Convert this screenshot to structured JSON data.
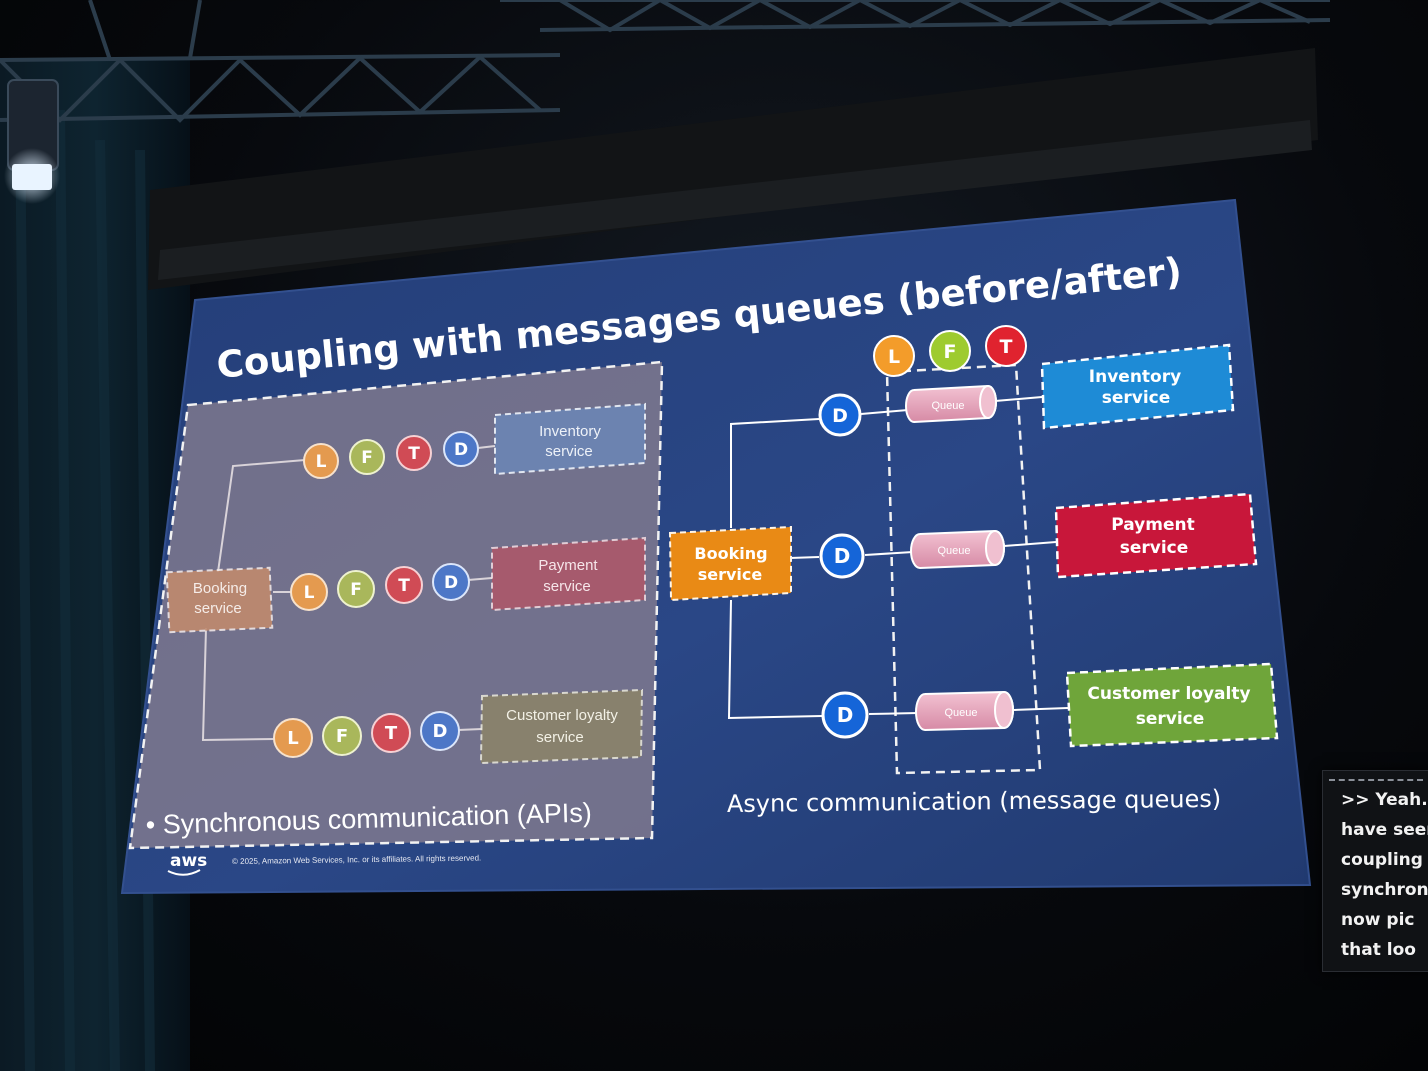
{
  "slide": {
    "title": "Coupling with messages queues (before/after)",
    "footer_logo": "aws",
    "copyright": "© 2025, Amazon Web Services, Inc. or its affiliates. All rights reserved."
  },
  "before": {
    "caption": "• Synchronous communication (APIs)",
    "booking": [
      "Booking",
      "service"
    ],
    "rows": [
      {
        "badges": [
          "L",
          "F",
          "T",
          "D"
        ],
        "service": [
          "Inventory",
          "service"
        ]
      },
      {
        "badges": [
          "L",
          "F",
          "T",
          "D"
        ],
        "service": [
          "Payment",
          "service"
        ]
      },
      {
        "badges": [
          "L",
          "F",
          "T",
          "D"
        ],
        "service": [
          "Customer loyalty",
          "service"
        ]
      }
    ]
  },
  "after": {
    "caption": "Async communication (message queues)",
    "booking": [
      "Booking",
      "service"
    ],
    "top_badges": [
      "L",
      "F",
      "T"
    ],
    "rows": [
      {
        "badge": "D",
        "queue": "Queue",
        "service": [
          "Inventory",
          "service"
        ]
      },
      {
        "badge": "D",
        "queue": "Queue",
        "service": [
          "Payment",
          "service"
        ]
      },
      {
        "badge": "D",
        "queue": "Queue",
        "service": [
          "Customer loyalty",
          "service"
        ]
      }
    ]
  },
  "side_caption": {
    "lines": [
      ">> Yeah. S",
      "have seen",
      "coupling",
      "synchron",
      "now pic",
      "that loo"
    ]
  },
  "colors": {
    "slide_bg": "#233b70",
    "badge_L": "#f39c2a",
    "badge_F": "#9ecb2f",
    "badge_T": "#e0232f",
    "badge_D": "#1565d8",
    "booking": "#e98a15",
    "inventory": "#1e8bd6",
    "payment": "#c8173a",
    "loyalty": "#6fa53a",
    "queue": "#e6a7bd"
  }
}
